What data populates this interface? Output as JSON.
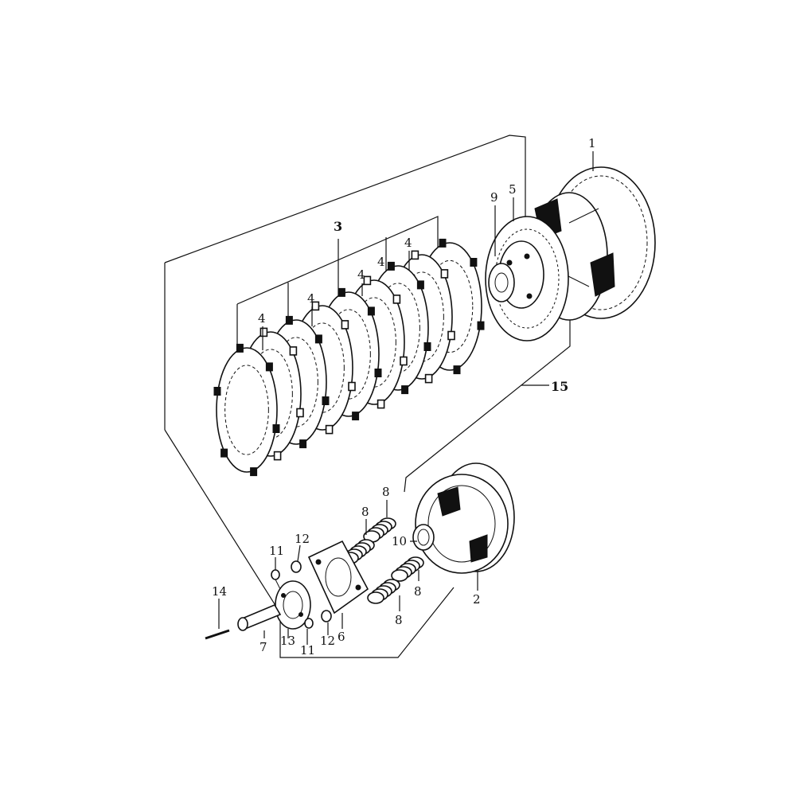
{
  "diagram": {
    "callouts": {
      "c1": "1",
      "c2": "2",
      "c3": "3",
      "c4a": "4",
      "c4b": "4",
      "c4c": "4",
      "c4d": "4",
      "c4e": "4",
      "c5": "5",
      "c6": "6",
      "c7": "7",
      "c8a": "8",
      "c8b": "8",
      "c8c": "8",
      "c8d": "8",
      "c9": "9",
      "c10": "10",
      "c11a": "11",
      "c11b": "11",
      "c12a": "12",
      "c12b": "12",
      "c13": "13",
      "c14": "14",
      "c15": "15"
    }
  }
}
